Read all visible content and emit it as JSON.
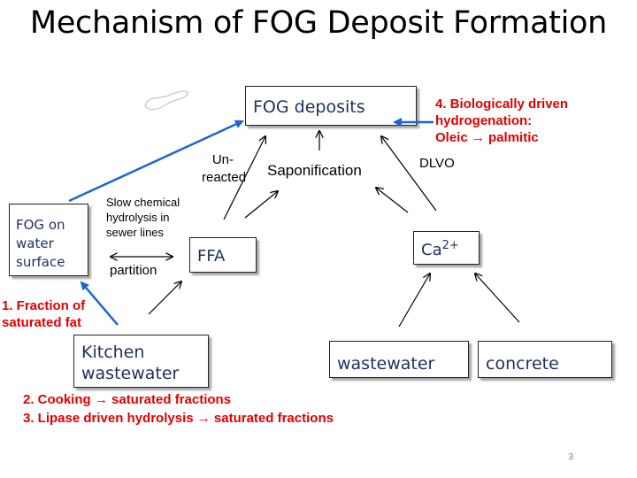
{
  "title": "Mechanism of FOG Deposit Formation",
  "boxes": {
    "fog_deposits": "FOG deposits",
    "fog_surface": [
      "FOG on",
      "water",
      "surface"
    ],
    "ffa": "FFA",
    "calcium_base": "Ca",
    "calcium_sup": "2+",
    "kitchen": [
      "Kitchen",
      "wastewater"
    ],
    "wastewater": "wastewater",
    "concrete": "concrete"
  },
  "labels": {
    "unreacted": [
      "Un-",
      "reacted"
    ],
    "saponification": "Saponification",
    "dlvo": "DLVO",
    "slow_hydrolysis": [
      "Slow chemical",
      "hydrolysis in",
      "sewer lines"
    ],
    "partition": "partition"
  },
  "notes": {
    "note1": [
      "1. Fraction of",
      "saturated fat"
    ],
    "note2": "2. Cooking → saturated fractions",
    "note3": "3. Lipase driven hydrolysis → saturated fractions",
    "note4": [
      "4. Biologically driven",
      "hydrogenation:",
      "Oleic → palmitic"
    ]
  },
  "page_number": "3",
  "colors": {
    "accent_blue": "#1a66d6",
    "note_red": "#e00000",
    "box_text": "#1f2f5f"
  }
}
